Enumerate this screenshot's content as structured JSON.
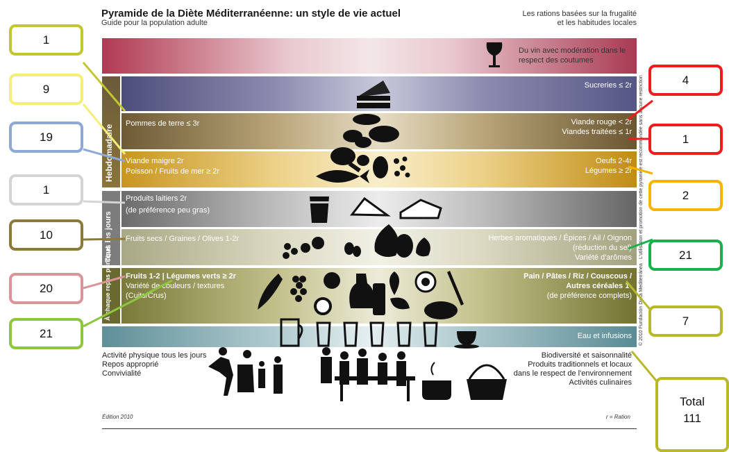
{
  "header": {
    "title": "Pyramide de la Diète Méditerranéenne: un style de vie actuel",
    "subtitle": "Guide pour la population adulte",
    "tagline_line1": "Les rations basées sur la frugalité",
    "tagline_line2": "et les habitudes locales"
  },
  "bands": {
    "wine": {
      "line1": "Du vin avec modération dans le",
      "line2": "respect des coutumes"
    },
    "sweets": {
      "right": "Sucreries ≤ 2r"
    },
    "meat": {
      "left": "Pommes de terre ≤ 3r",
      "right1": "Viande rouge < 2r",
      "right2": "Viandes traitées ≤ 1r"
    },
    "fish": {
      "left1": "Viande maigre 2r",
      "left2": "Poisson / Fruits de mer ≥ 2r",
      "right1": "Oeufs  2-4r",
      "right2": "Légumes ≥ 2r"
    },
    "dairy": {
      "left1": "Produits laitiers 2r",
      "left2": "(de préférence peu gras)"
    },
    "nuts": {
      "left": "Fruits secs / Graines / Olives 1-2r",
      "right1": "Herbes aromatiques  / Épices / Ail / Oignon",
      "right2": "(réduction du sel)",
      "right3": "Variété d'arômes"
    },
    "main": {
      "left1a": "Fruits 1-2 | Légumes verts ≥ 2r",
      "left2": "Variété de couleurs / textures",
      "left3": "(Cuits/Crus)",
      "right1": "Pain / Pâtes / Riz / Couscous /",
      "right2": "Autres céréales 1-",
      "right3": "(de préférence complets)"
    },
    "water": {
      "right": "Eau et infusions"
    }
  },
  "side_labels": {
    "week": "Hebdomadaire",
    "day": "Tous les jours",
    "meal": "À chaque repas principal"
  },
  "lifestyle_left": {
    "line1": "Activité physique tous les jours",
    "line2": "Repos approprié",
    "line3": "Convivialité"
  },
  "lifestyle_right": {
    "line1": "Biodiversité et saisonnalité",
    "line2": "Produits traditionnels et locaux",
    "line3": "dans le respect de l'environnement",
    "line4": "Activités culinaires"
  },
  "footer": {
    "edition": "Édition 2010",
    "ration_note": "r = Ration",
    "copyright": "© 2010 Fundación Dieta Mediterránea · L'utilisation et promotion de cette pyramide est recommandée sans aucune restriction"
  },
  "callouts": [
    {
      "value": "1",
      "color": "#c3c72f"
    },
    {
      "value": "9",
      "color": "#f5ee7a"
    },
    {
      "value": "19",
      "color": "#8fa9d6"
    },
    {
      "value": "1",
      "color": "#d4d4d4"
    },
    {
      "value": "10",
      "color": "#8c7a3a"
    },
    {
      "value": "20",
      "color": "#d9959a"
    },
    {
      "value": "21",
      "color": "#8dc63f"
    },
    {
      "value": "4",
      "color": "#ee1c1c"
    },
    {
      "value": "1",
      "color": "#ee1c1c"
    },
    {
      "value": "2",
      "color": "#f5b400"
    },
    {
      "value": "21",
      "color": "#19b14b"
    },
    {
      "value": "7",
      "color": "#b8b82a"
    },
    {
      "value": "Total 111",
      "color": "#b8b82a"
    }
  ],
  "total": {
    "label": "Total",
    "value": "111"
  },
  "icons": [
    "wine-glass-icon",
    "cake-icon",
    "sausage-icon",
    "chicken-leg-icon",
    "fish-icon",
    "egg-icon",
    "yogurt-icon",
    "cheese-icon",
    "olive-icon",
    "onion-icon",
    "garlic-icon",
    "watermelon-icon",
    "grapes-icon",
    "apple-icon",
    "olive-oil-jug-icon",
    "artichoke-icon",
    "cabbage-icon",
    "wheat-icon",
    "bread-icon",
    "water-glass-icon",
    "teacup-icon",
    "people-silhouette-icon",
    "cooking-pot-icon",
    "basket-icon"
  ]
}
